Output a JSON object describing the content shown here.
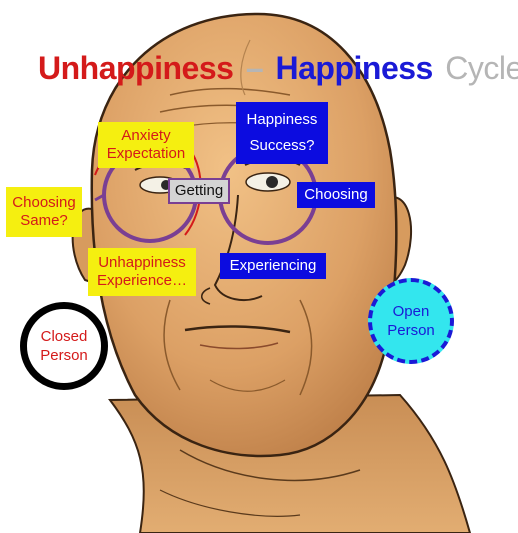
{
  "title": {
    "word1": "Unhappiness",
    "dash": "–",
    "word2": "Happiness",
    "word3": "Cycles"
  },
  "labels": {
    "anxiety_expectation": [
      "Anxiety",
      "Expectation"
    ],
    "happiness_success": [
      "Happiness",
      "Success?"
    ],
    "choosing_same": [
      "Choosing",
      "Same?"
    ],
    "getting": "Getting",
    "choosing": "Choosing",
    "unhappiness_experience": [
      "Unhappiness",
      "Experience…"
    ],
    "experiencing": "Experiencing",
    "open_person": [
      "Open",
      "Person"
    ],
    "closed_person": [
      "Closed",
      "Person"
    ]
  },
  "colors": {
    "unhappy_red": "#d41a1a",
    "happy_blue": "#1a1ad6",
    "cycles_grey": "#b5b5b5",
    "note_yellow": "#f5ef10",
    "note_blue": "#0c0ce0",
    "open_circle": "#33e6ee",
    "glasses_purple": "#7a3f93",
    "skin": "#e0a869"
  }
}
